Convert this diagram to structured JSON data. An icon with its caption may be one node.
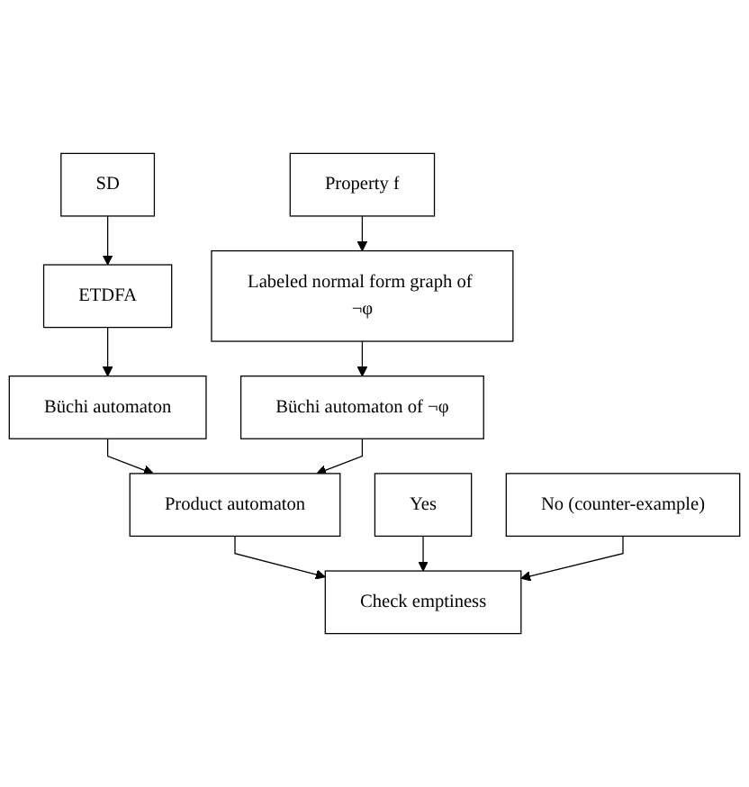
{
  "diagram": {
    "nodes": [
      {
        "text": [
          "SD"
        ]
      },
      {
        "text": [
          "Property f"
        ]
      },
      {
        "text": [
          "ETDFA"
        ]
      },
      {
        "text": [
          "Labeled normal form graph of ¬φ"
        ]
      },
      {
        "text": [
          "Büchi automaton"
        ]
      },
      {
        "text": [
          "Büchi automaton of ¬φ"
        ]
      },
      {
        "text": [
          "Product automaton"
        ]
      },
      {
        "text": [
          "Check emptiness"
        ]
      },
      {
        "text": [
          "Yes"
        ]
      },
      {
        "text": [
          "No (counter-example)"
        ]
      }
    ],
    "edges": [
      {
        "from": 0,
        "to": 2,
        "arrow": "to"
      },
      {
        "from": 2,
        "to": 4,
        "arrow": "to"
      },
      {
        "from": 1,
        "to": 3,
        "arrow": "to"
      },
      {
        "from": 3,
        "to": 5,
        "arrow": "to"
      },
      {
        "from": 4,
        "to": 6,
        "arrow": "to"
      },
      {
        "from": 5,
        "to": 6,
        "arrow": "to"
      },
      {
        "from": 6,
        "to": 7,
        "arrow": "to"
      },
      {
        "from": 8,
        "to": 7,
        "arrow": "to"
      },
      {
        "from": 9,
        "to": 7,
        "arrow": "to"
      }
    ]
  }
}
